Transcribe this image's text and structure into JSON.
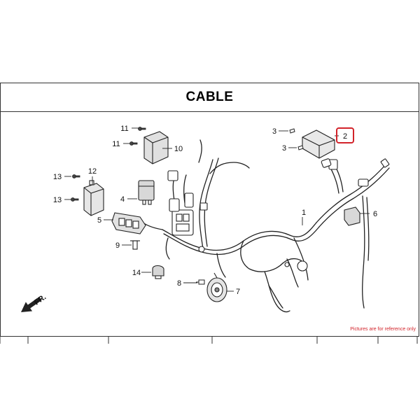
{
  "title": "CABLE",
  "highlight_color": "#d2232a",
  "callouts": {
    "c1": "1",
    "c2": "2",
    "c3a": "3",
    "c3b": "3",
    "c4": "4",
    "c5": "5",
    "c6": "6",
    "c7": "7",
    "c8": "8",
    "c9": "9",
    "c10": "10",
    "c11a": "11",
    "c11b": "11",
    "c12": "12",
    "c13a": "13",
    "c13b": "13",
    "c14": "14"
  },
  "highlighted_part": "2",
  "direction_label": "FR.",
  "disclaimer": "Pictures are for reference only"
}
